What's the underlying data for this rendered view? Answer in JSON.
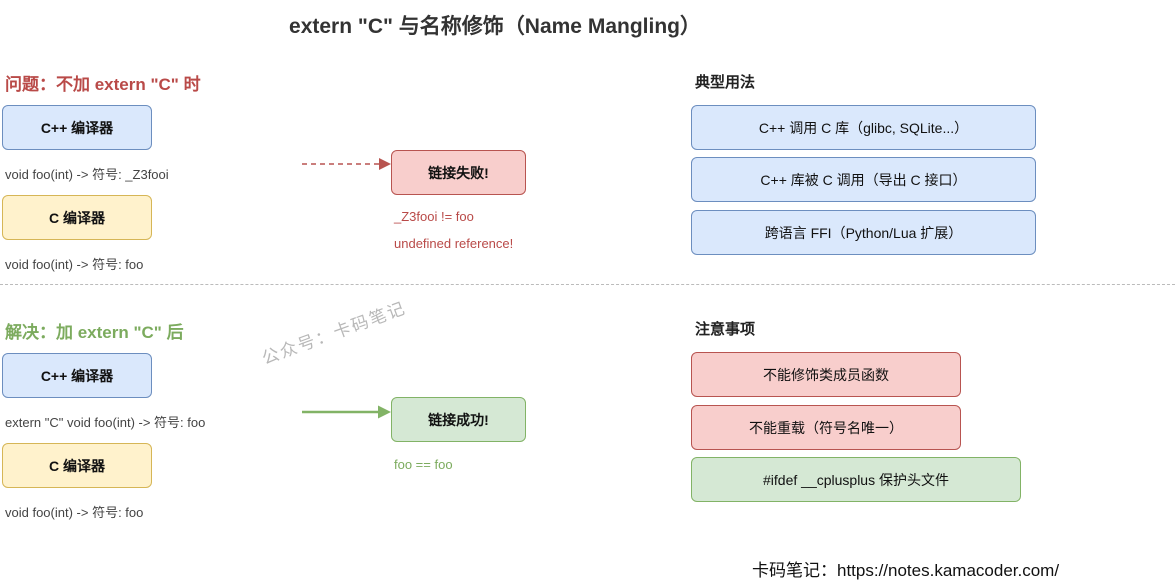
{
  "title": "extern \"C\" 与名称修饰（Name Mangling）",
  "problem": {
    "heading": "问题：不加 extern \"C\" 时",
    "cpp_compiler": "C++ 编译器",
    "cpp_symbol": "void foo(int) -> 符号: _Z3fooi",
    "c_compiler": "C 编译器",
    "c_symbol": "void foo(int) -> 符号: foo",
    "result": "链接失败!",
    "notes": [
      "_Z3fooi != foo",
      "undefined reference!"
    ]
  },
  "solution": {
    "heading": "解决：加 extern \"C\" 后",
    "cpp_compiler": "C++ 编译器",
    "cpp_symbol": "extern \"C\" void foo(int) -> 符号: foo",
    "c_compiler": "C 编译器",
    "c_symbol": "void foo(int) -> 符号: foo",
    "result": "链接成功!",
    "notes": [
      "foo == foo"
    ]
  },
  "usage": {
    "heading": "典型用法",
    "items": [
      "C++ 调用 C 库（glibc, SQLite...）",
      "C++ 库被 C 调用（导出 C 接口）",
      "跨语言 FFI（Python/Lua 扩展）"
    ]
  },
  "caveats": {
    "heading": "注意事项",
    "items": [
      "不能修饰类成员函数",
      "不能重载（符号名唯一）",
      "#ifdef __cplusplus 保护头文件"
    ]
  },
  "watermark": "公众号：卡码笔记",
  "footer": "卡码笔记：https://notes.kamacoder.com/",
  "colors": {
    "red": "#b94a48",
    "green": "#7cab5e",
    "blue_fill": "#dae8fc",
    "yellow_fill": "#fff2cc",
    "pink_fill": "#f8cecc",
    "green_fill": "#d5e8d4"
  }
}
